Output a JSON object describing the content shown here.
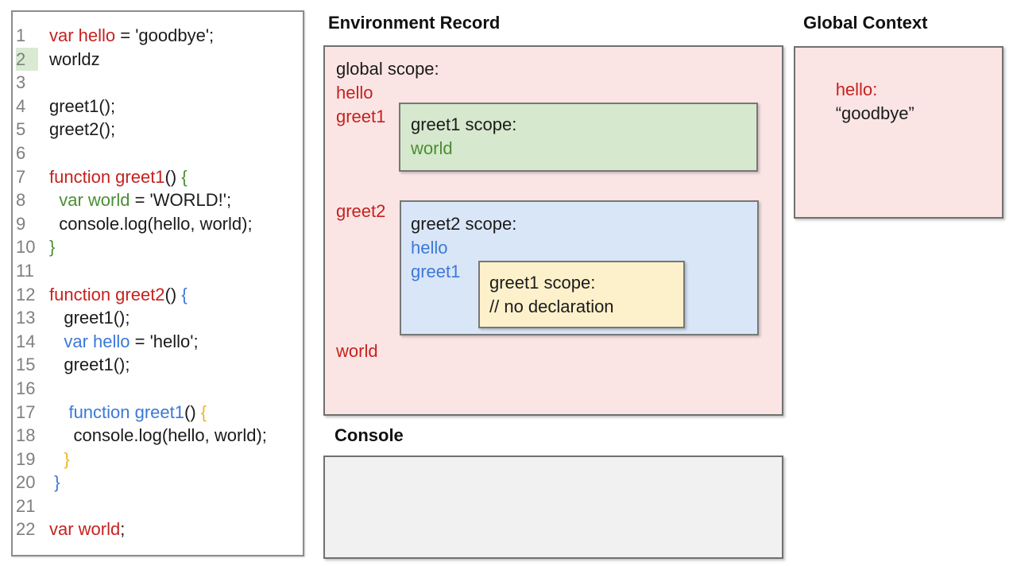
{
  "colors": {
    "red": "#c5221f",
    "green": "#4a8e33",
    "blue": "#3c78d8",
    "amber": "#edb52e",
    "text": "#1b1b1b",
    "line_number_gray": "#7f7f7f",
    "line_highlight_green": "#d9ead3",
    "env_pink_bg": "#fbe5e4",
    "greet1_green_bg": "#d6e8cd",
    "greet2_blue_bg": "#d9e6f7",
    "inner_yellow_bg": "#fdf1cb",
    "console_gray_bg": "#f1f1f1"
  },
  "code": {
    "lines": [
      {
        "n": "1",
        "toks": [
          [
            "r",
            "var hello"
          ],
          [
            "k",
            " = 'goodbye';"
          ]
        ]
      },
      {
        "n": "2",
        "hl": true,
        "toks": [
          [
            "k",
            "worldz"
          ]
        ]
      },
      {
        "n": "3",
        "toks": []
      },
      {
        "n": "4",
        "toks": [
          [
            "k",
            "greet1();"
          ]
        ]
      },
      {
        "n": "5",
        "toks": [
          [
            "k",
            "greet2();"
          ]
        ]
      },
      {
        "n": "6",
        "toks": []
      },
      {
        "n": "7",
        "toks": [
          [
            "r",
            "function greet1"
          ],
          [
            "k",
            "() "
          ],
          [
            "g",
            "{"
          ]
        ]
      },
      {
        "n": "8",
        "toks": [
          [
            "k",
            "  "
          ],
          [
            "g",
            "var world"
          ],
          [
            "k",
            " = 'WORLD!';"
          ]
        ]
      },
      {
        "n": "9",
        "toks": [
          [
            "k",
            "  console.log(hello, world);"
          ]
        ]
      },
      {
        "n": "10",
        "toks": [
          [
            "g",
            "}"
          ]
        ]
      },
      {
        "n": "11",
        "toks": []
      },
      {
        "n": "12",
        "toks": [
          [
            "r",
            "function greet2"
          ],
          [
            "k",
            "() "
          ],
          [
            "b",
            "{"
          ]
        ]
      },
      {
        "n": "13",
        "toks": [
          [
            "k",
            "   greet1();"
          ]
        ]
      },
      {
        "n": "14",
        "toks": [
          [
            "k",
            "   "
          ],
          [
            "b",
            "var hello"
          ],
          [
            "k",
            " = 'hello';"
          ]
        ]
      },
      {
        "n": "15",
        "toks": [
          [
            "k",
            "   greet1();"
          ]
        ]
      },
      {
        "n": "16",
        "toks": []
      },
      {
        "n": "17",
        "toks": [
          [
            "k",
            "    "
          ],
          [
            "b",
            "function greet1"
          ],
          [
            "k",
            "() "
          ],
          [
            "y",
            "{"
          ]
        ]
      },
      {
        "n": "18",
        "toks": [
          [
            "k",
            "     console.log(hello, world);"
          ]
        ]
      },
      {
        "n": "19",
        "toks": [
          [
            "k",
            "   "
          ],
          [
            "y",
            "}"
          ]
        ]
      },
      {
        "n": "20",
        "toks": [
          [
            "k",
            " "
          ],
          [
            "b",
            "}"
          ]
        ]
      },
      {
        "n": "21",
        "toks": []
      },
      {
        "n": "22",
        "toks": [
          [
            "r",
            "var world"
          ],
          [
            "k",
            ";"
          ]
        ]
      }
    ]
  },
  "environment_record": {
    "title": "Environment Record",
    "global_scope_label": "global scope:",
    "var_hello": "hello",
    "var_greet1": "greet1",
    "var_greet2": "greet2",
    "var_world": "world",
    "greet1_scope": {
      "label": "greet1 scope:",
      "var_world": "world"
    },
    "greet2_scope": {
      "label": "greet2 scope:",
      "var_hello": "hello",
      "var_greet1": "greet1",
      "greet1_scope": {
        "label": "greet1 scope:",
        "comment": "// no declaration"
      }
    }
  },
  "global_context": {
    "title": "Global Context",
    "key": "hello:",
    "value": "“goodbye”"
  },
  "console": {
    "title": "Console"
  }
}
